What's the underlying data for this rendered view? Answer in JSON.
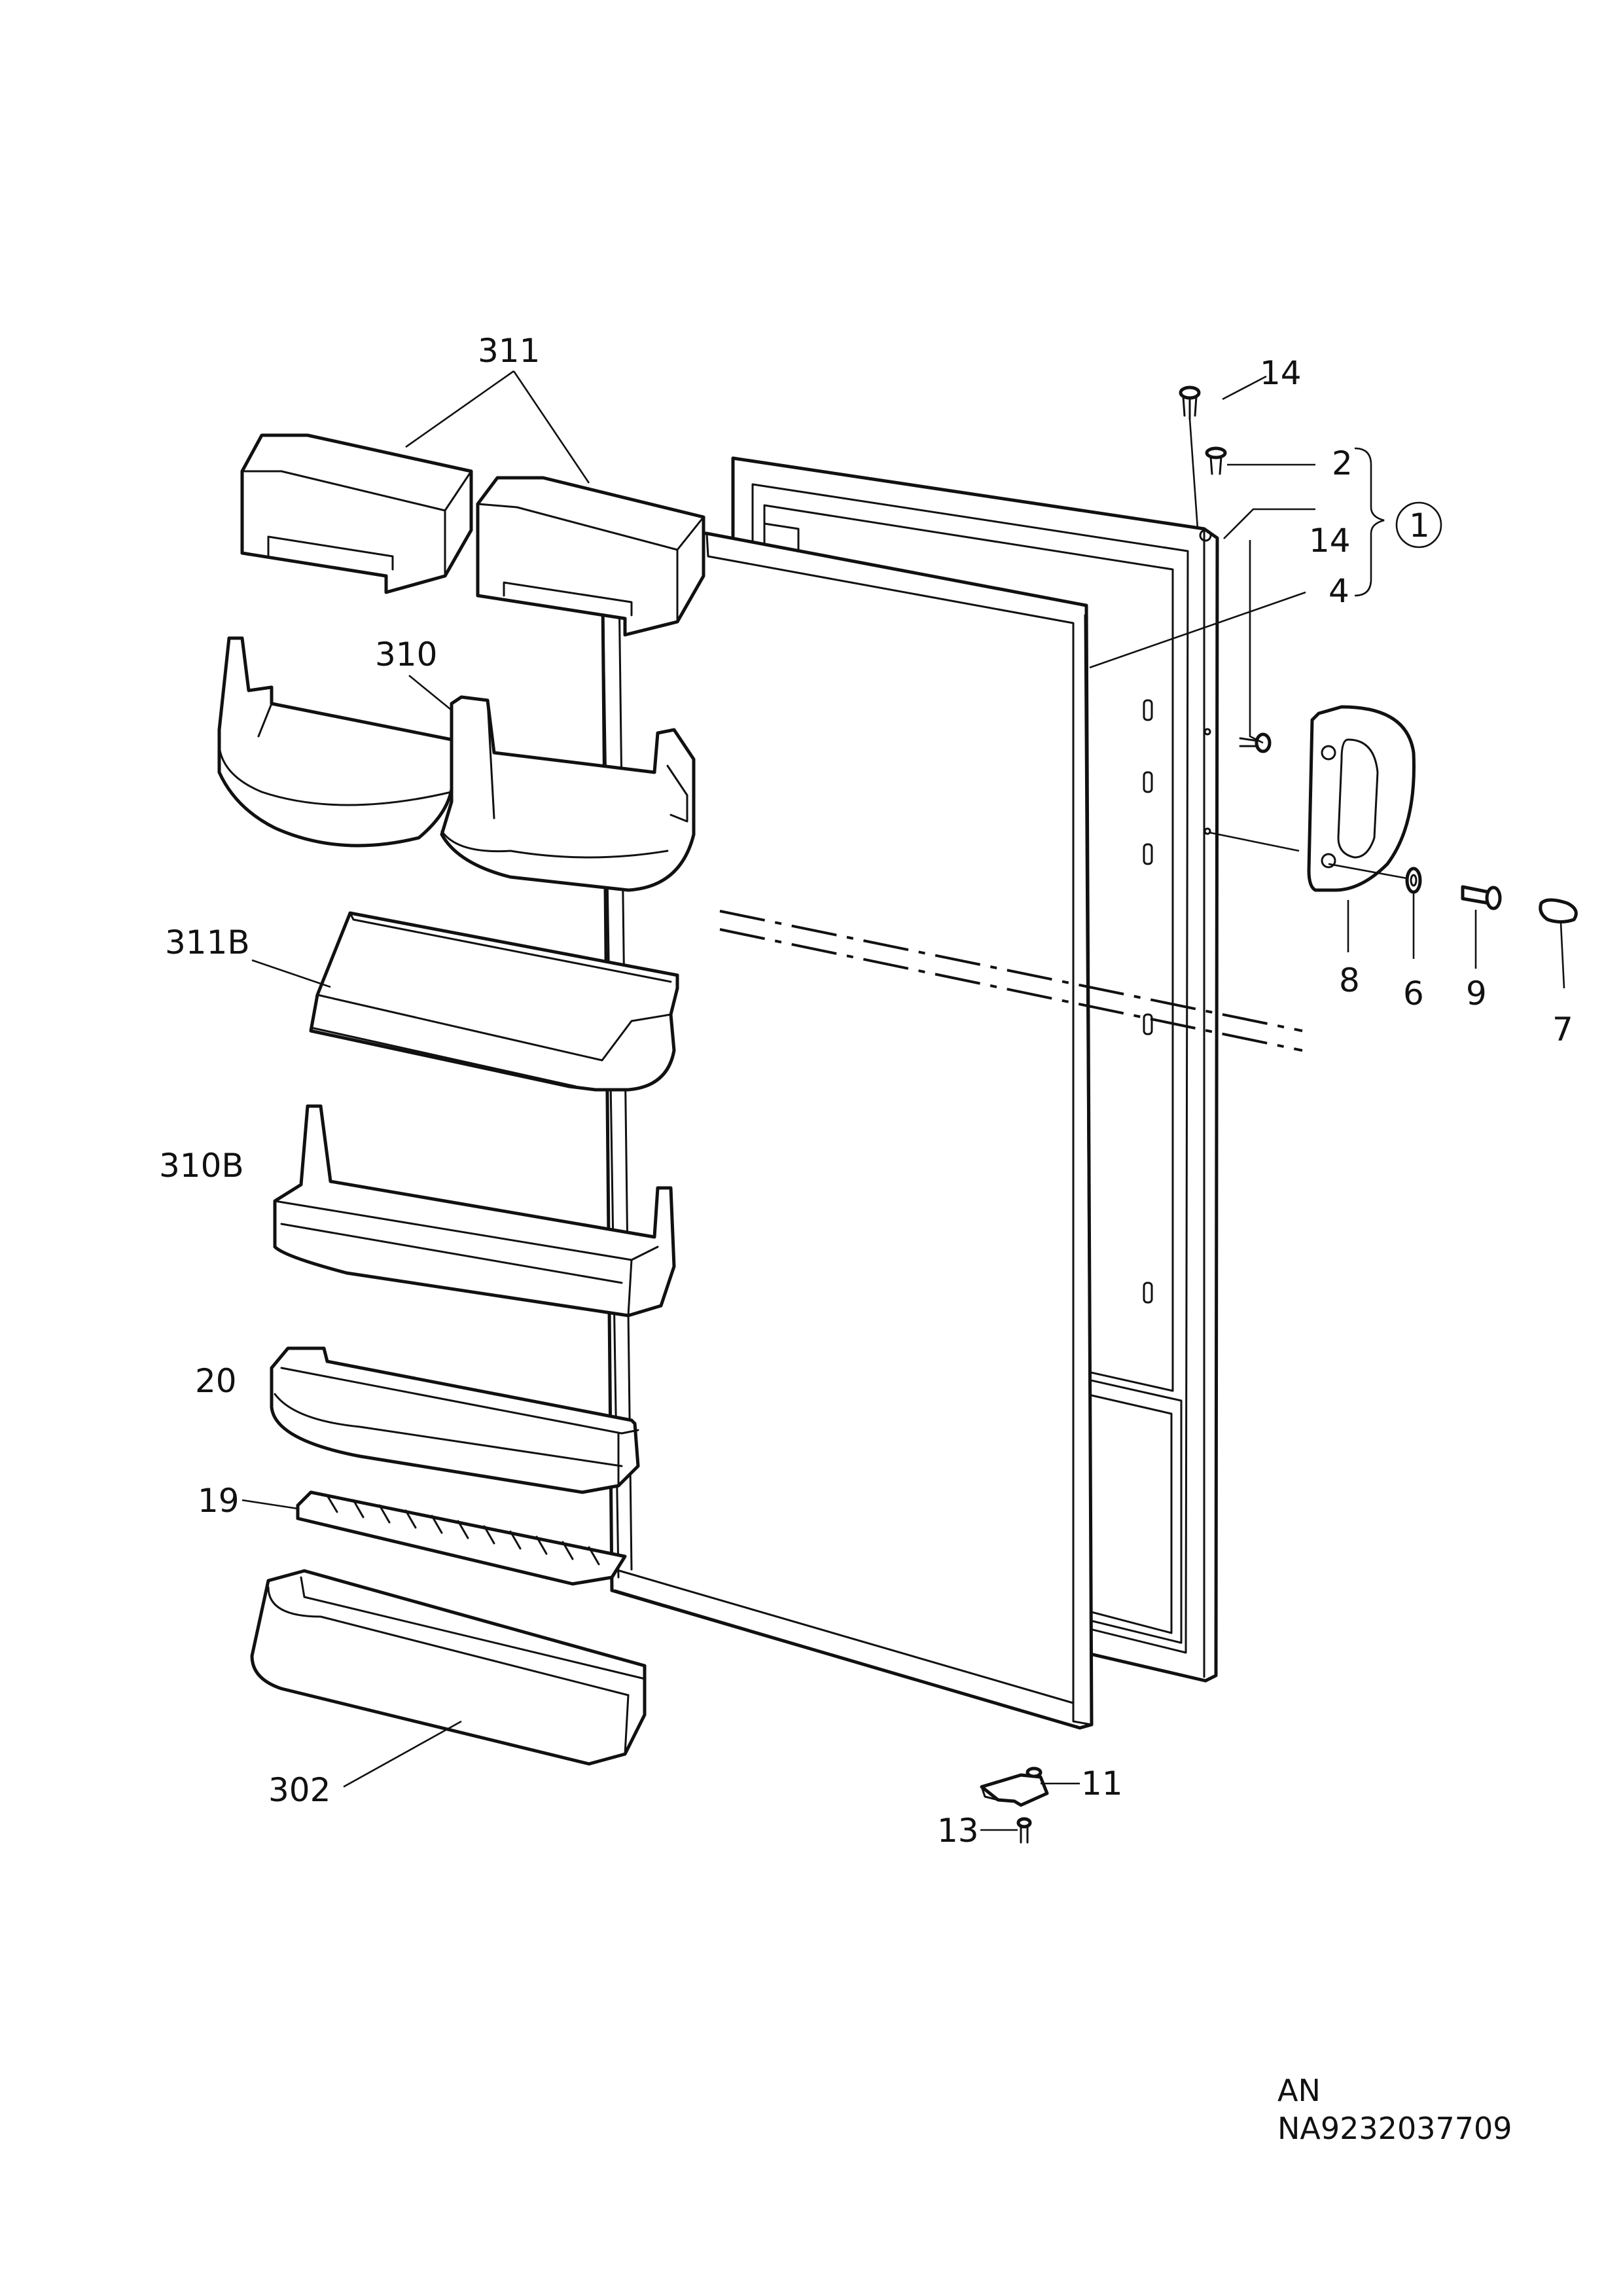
{
  "labels": {
    "l311": "311",
    "l310": "310",
    "l311b": "311B",
    "l310b": "310B",
    "l20": "20",
    "l19": "19",
    "l302": "302",
    "l14a": "14",
    "l2": "2",
    "l1": "1",
    "l14b": "14",
    "l4": "4",
    "l8": "8",
    "l6": "6",
    "l9": "9",
    "l7": "7",
    "l11": "11",
    "l13": "13"
  },
  "footer": {
    "code": "AN",
    "number": "NA9232037709"
  }
}
